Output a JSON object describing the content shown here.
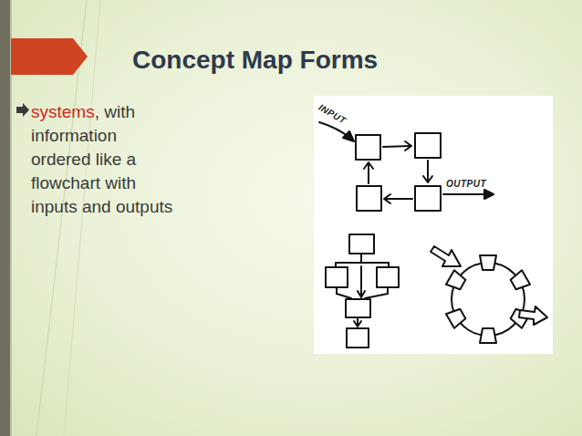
{
  "diagram": {
    "title": "Concept Map Forms",
    "labels": [
      "systems",
      ", with information ordered like a flowchart with inputs and outputs",
      "INPUT",
      "OUTPUT"
    ]
  }
}
